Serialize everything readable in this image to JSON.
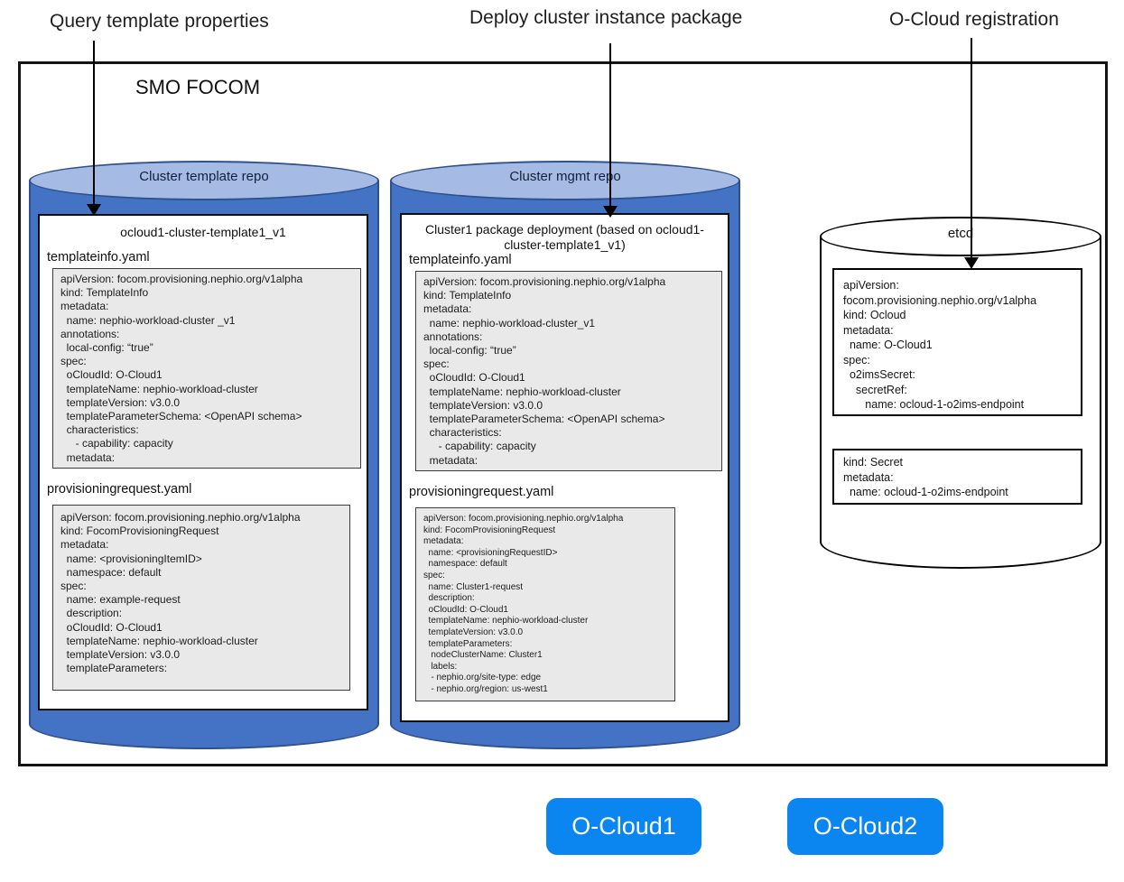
{
  "flow_labels": {
    "query": "Query template properties",
    "deploy": "Deploy cluster instance package",
    "registration": "O-Cloud registration"
  },
  "smo": {
    "title": "SMO FOCOM"
  },
  "repos": [
    {
      "name": "Cluster template repo",
      "package_title": "ocloud1-cluster-template1_v1",
      "files": [
        {
          "filename": "templateinfo.yaml",
          "content": "apiVersion: focom.provisioning.nephio.org/v1alpha\nkind: TemplateInfo\nmetadata:\n  name: nephio-workload-cluster _v1\nannotations:\n  local-config: “true”\nspec:\n  oCloudId: O-Cloud1\n  templateName: nephio-workload-cluster\n  templateVersion: v3.0.0\n  templateParameterSchema: <OpenAPI schema>\n  characteristics:\n     - capability: capacity\n  metadata:"
        },
        {
          "filename": "provisioningrequest.yaml",
          "content": "apiVerson: focom.provisioning.nephio.org/v1alpha\nkind: FocomProvisioningRequest\nmetadata:\n  name: <provisioningItemID>\n  namespace: default\nspec:\n  name: example-request\n  description:\n  oCloudId: O-Cloud1\n  templateName: nephio-workload-cluster\n  templateVersion: v3.0.0\n  templateParameters:"
        }
      ]
    },
    {
      "name": "Cluster mgmt repo",
      "package_title": "Cluster1 package deployment (based on ocloud1-cluster-template1_v1)",
      "files": [
        {
          "filename": "templateinfo.yaml",
          "content": "apiVersion: focom.provisioning.nephio.org/v1alpha\nkind: TemplateInfo\nmetadata:\n  name: nephio-workload-cluster_v1\nannotations:\n  local-config: “true”\nspec:\n  oCloudId: O-Cloud1\n  templateName: nephio-workload-cluster\n  templateVersion: v3.0.0\n  templateParameterSchema: <OpenAPI schema>\n  characteristics:\n     - capability: capacity\n  metadata:"
        },
        {
          "filename": "provisioningrequest.yaml",
          "content": "apiVerson: focom.provisioning.nephio.org/v1alpha\nkind: FocomProvisioningRequest\nmetadata:\n  name: <provisioningRequestID>\n  namespace: default\nspec:\n  name: Cluster1-request\n  description:\n  oCloudId: O-Cloud1\n  templateName: nephio-workload-cluster\n  templateVersion: v3.0.0\n  templateParameters:\n   nodeClusterName: Cluster1\n   labels:\n   - nephio.org/site-type: edge\n   - nephio.org/region: us-west1"
        }
      ]
    }
  ],
  "etcd": {
    "name": "etcd",
    "resources": [
      {
        "content": "apiVersion:\nfocom.provisioning.nephio.org/v1alpha\nkind: Ocloud\nmetadata:\n  name: O-Cloud1\nspec:\n  o2imsSecret:\n    secretRef:\n       name: ocloud-1-o2ims-endpoint"
      },
      {
        "content": "kind: Secret\nmetadata:\n  name: ocloud-1-o2ims-endpoint"
      }
    ]
  },
  "oclouds": [
    {
      "label": "O-Cloud1"
    },
    {
      "label": "O-Cloud2"
    }
  ],
  "colors": {
    "repo_cylinder_body": "#4472c4",
    "repo_cylinder_top": "#a6bbe4",
    "repo_cylinder_stroke": "#2f528f",
    "yaml_panel_bg": "#e9e9e9",
    "ocloud_node_blue": "#0b86f0"
  }
}
